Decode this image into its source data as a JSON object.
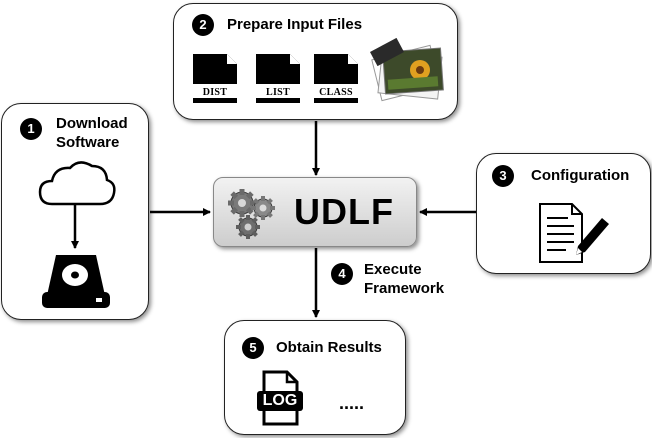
{
  "center": {
    "label": "UDLF"
  },
  "steps": [
    {
      "number": "1",
      "title_line1": "Download",
      "title_line2": "Software"
    },
    {
      "number": "2",
      "title": "Prepare Input Files",
      "files": [
        "DIST",
        "LIST",
        "CLASS"
      ]
    },
    {
      "number": "3",
      "title": "Configuration"
    },
    {
      "number": "4",
      "title_line1": "Execute",
      "title_line2": "Framework"
    },
    {
      "number": "5",
      "title": "Obtain Results",
      "log_label": "LOG",
      "ellipsis": "....."
    }
  ],
  "icons": [
    "cloud-icon",
    "hard-drive-icon",
    "document-icon",
    "image-stack-icon",
    "notepad-pencil-icon",
    "gears-icon",
    "log-file-icon"
  ]
}
